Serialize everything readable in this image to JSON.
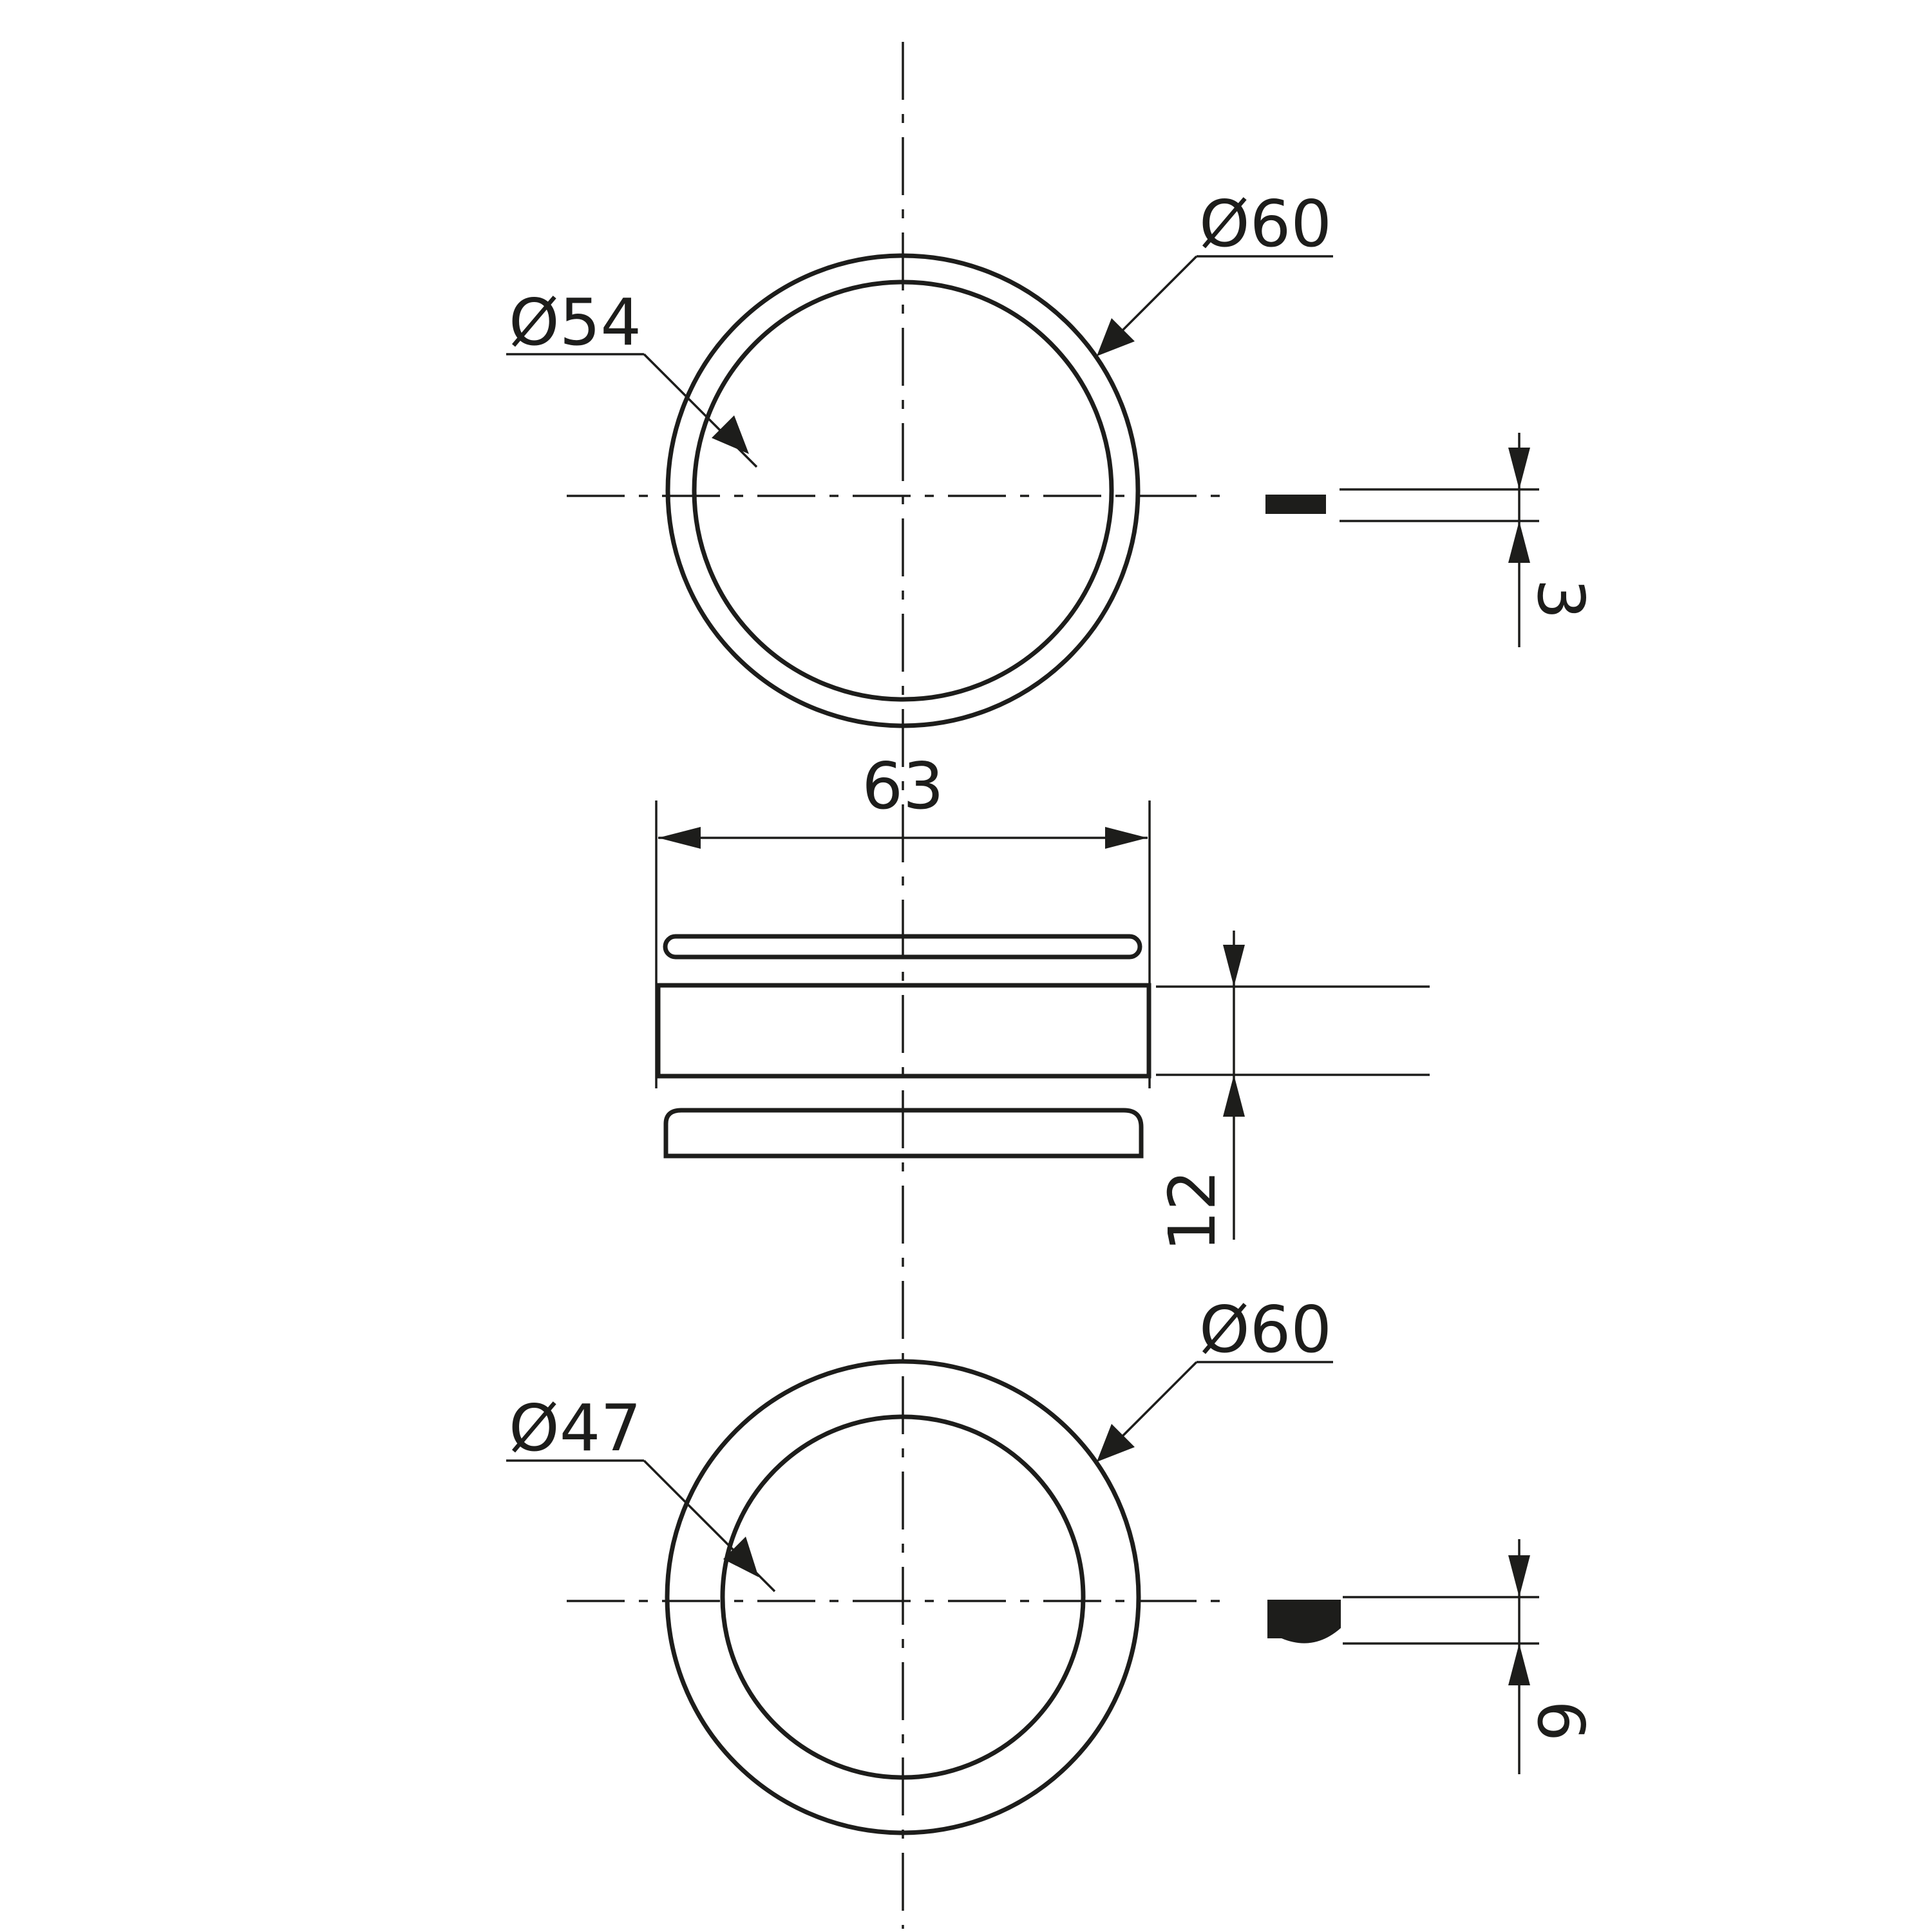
{
  "drawing": {
    "colors": {
      "line": "#1d1d1b",
      "background": "#ffffff"
    },
    "top_view": {
      "outer_diameter_label": "Ø60",
      "inner_diameter_label": "Ø54",
      "thickness_label": "3"
    },
    "side_view": {
      "width_label": "63",
      "height_label": "12"
    },
    "bottom_view": {
      "outer_diameter_label": "Ø60",
      "inner_diameter_label": "Ø47",
      "thickness_label": "6"
    }
  }
}
